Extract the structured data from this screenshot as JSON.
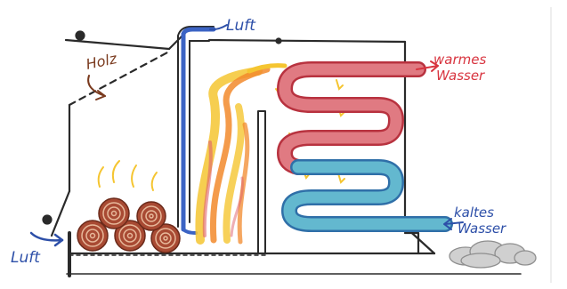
{
  "labels": {
    "holz": "Holz",
    "luft_top": "Luft",
    "luft_left": "Luft",
    "warm_line1": "warmes",
    "warm_line2": "Wasser",
    "cold_line1": "kaltes",
    "cold_line2": "Wasser"
  },
  "colors": {
    "outline": "#2a2a2a",
    "air_pipe": "#3b63c4",
    "warm_coil": "#e07a82",
    "warm_coil_edge": "#b8323f",
    "cold_coil": "#63b8cf",
    "cold_coil_edge": "#2f6fa8",
    "flame_orange": "#f28a2c",
    "flame_yellow": "#f5c531",
    "log_fill": "#a84a33",
    "log_ring": "#e7b89a",
    "smoke": "#b9b9b9",
    "warm_label": "#d8343f",
    "blue_label": "#2d4fa8",
    "holz_label": "#7a3a1e"
  },
  "icons": [
    "wood-log-icon",
    "flame-icon",
    "smoke-icon",
    "arrow-icon"
  ]
}
